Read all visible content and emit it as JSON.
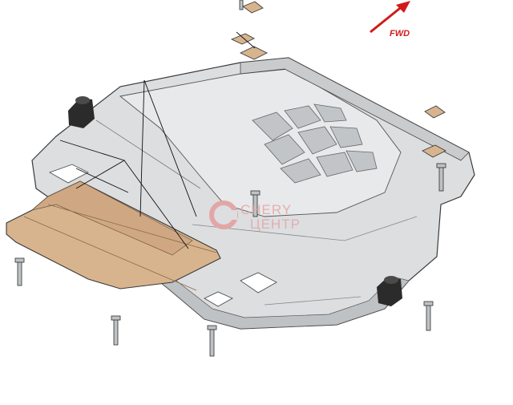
{
  "diagram": {
    "direction_label": "FWD",
    "watermark": {
      "line1": "CHERY",
      "line2": "ЦЕНТР"
    },
    "colors": {
      "plate_fill": "#d9dbdd",
      "plate_shade": "#b9bcbf",
      "plate_stroke": "#3a3a3a",
      "bracket_fill": "#d8b48e",
      "arrow": "#d11a1a",
      "watermark": "#e3a6a6"
    },
    "icons": [
      "fwd-arrow-icon",
      "watermark-logo-icon",
      "bolt-icon",
      "mounting-block-icon"
    ]
  }
}
